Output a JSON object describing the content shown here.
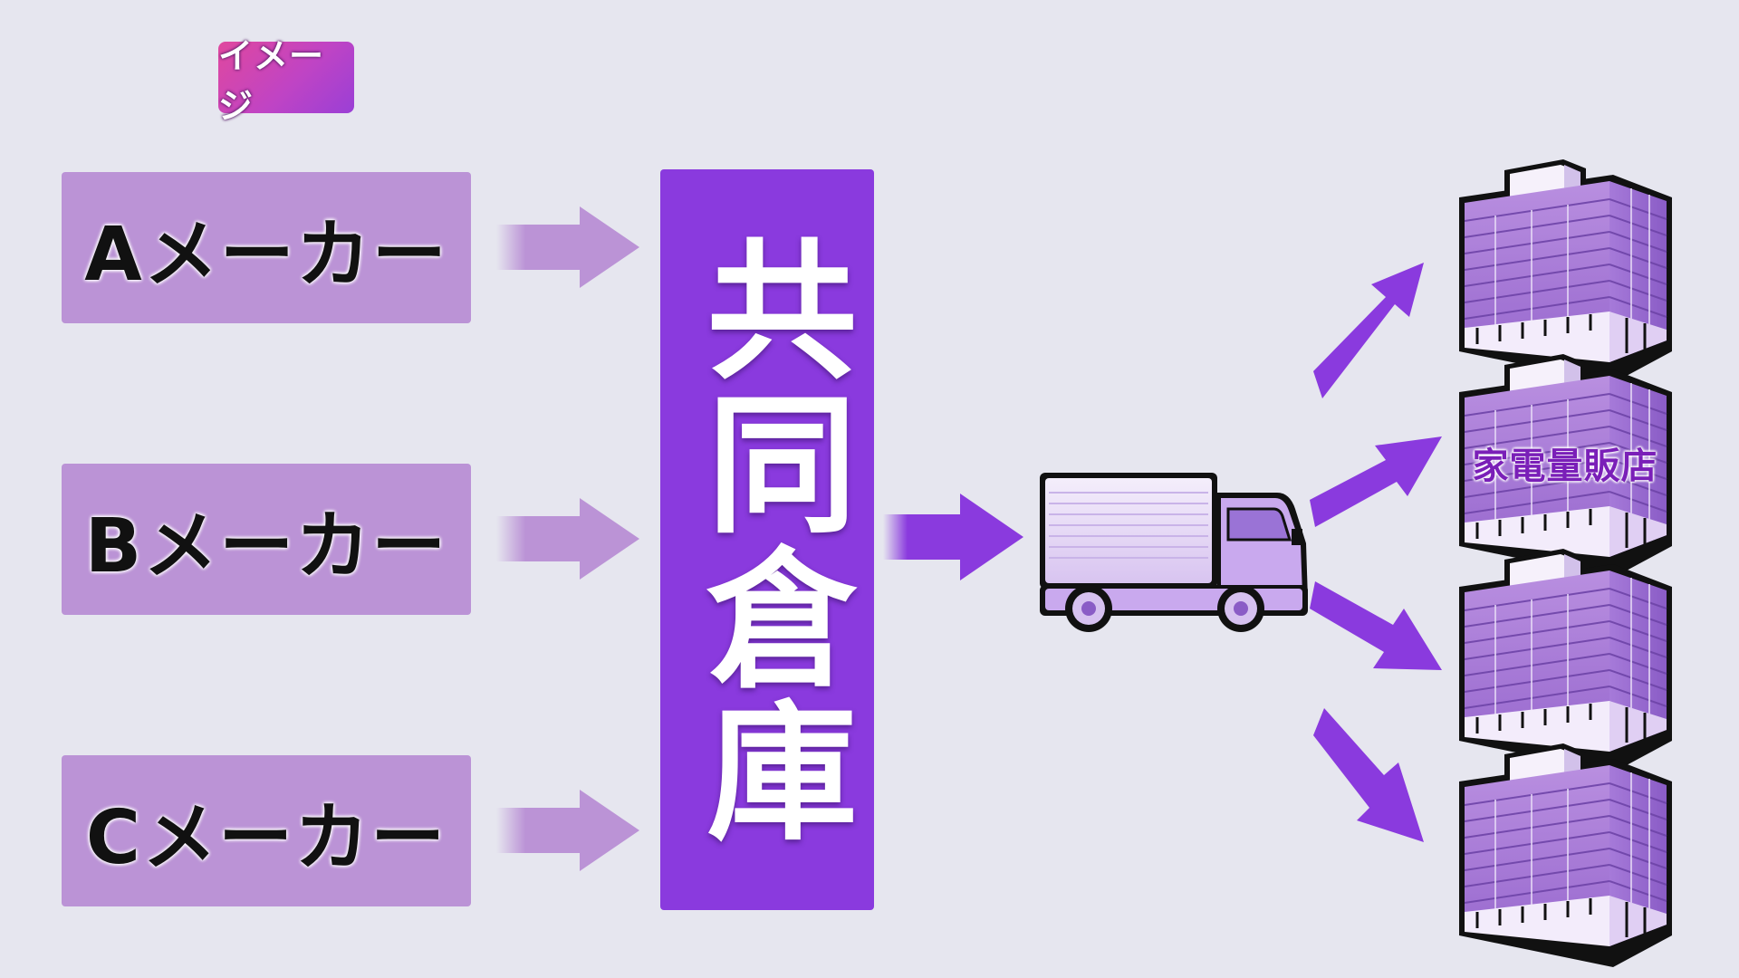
{
  "badge": {
    "label": "イメージ"
  },
  "makers": [
    {
      "label": "Aメーカー"
    },
    {
      "label": "Bメーカー"
    },
    {
      "label": "Cメーカー"
    }
  ],
  "warehouse": {
    "label": "共同倉庫"
  },
  "stores": [
    {
      "label": ""
    },
    {
      "label": "家電量販店"
    },
    {
      "label": ""
    },
    {
      "label": ""
    }
  ],
  "icons": {
    "truck": "truck-icon",
    "store": "store-building-icon"
  },
  "colors": {
    "background": "#e6e6ef",
    "maker_box": "#bb93d6",
    "warehouse": "#8a3ade",
    "light_arrow": "#bb93d6",
    "dark_arrow": "#8a3ade",
    "badge_start": "#e0489e",
    "badge_end": "#9a3fd6"
  }
}
